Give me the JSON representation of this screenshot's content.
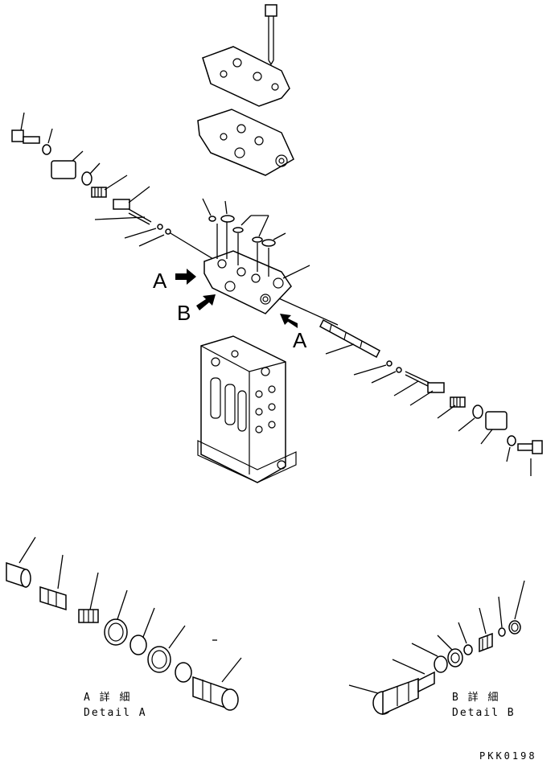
{
  "labels": {
    "view_a_left": "A",
    "view_b": "B",
    "view_a_right": "A",
    "detail_a_jp": "A 詳 細",
    "detail_a_en": "Detail A",
    "detail_b_jp": "B 詳 細",
    "detail_b_en": "Detail B",
    "drawing_code": "PKK0198"
  },
  "icons": {
    "arrow": "solid-arrow-icon"
  }
}
